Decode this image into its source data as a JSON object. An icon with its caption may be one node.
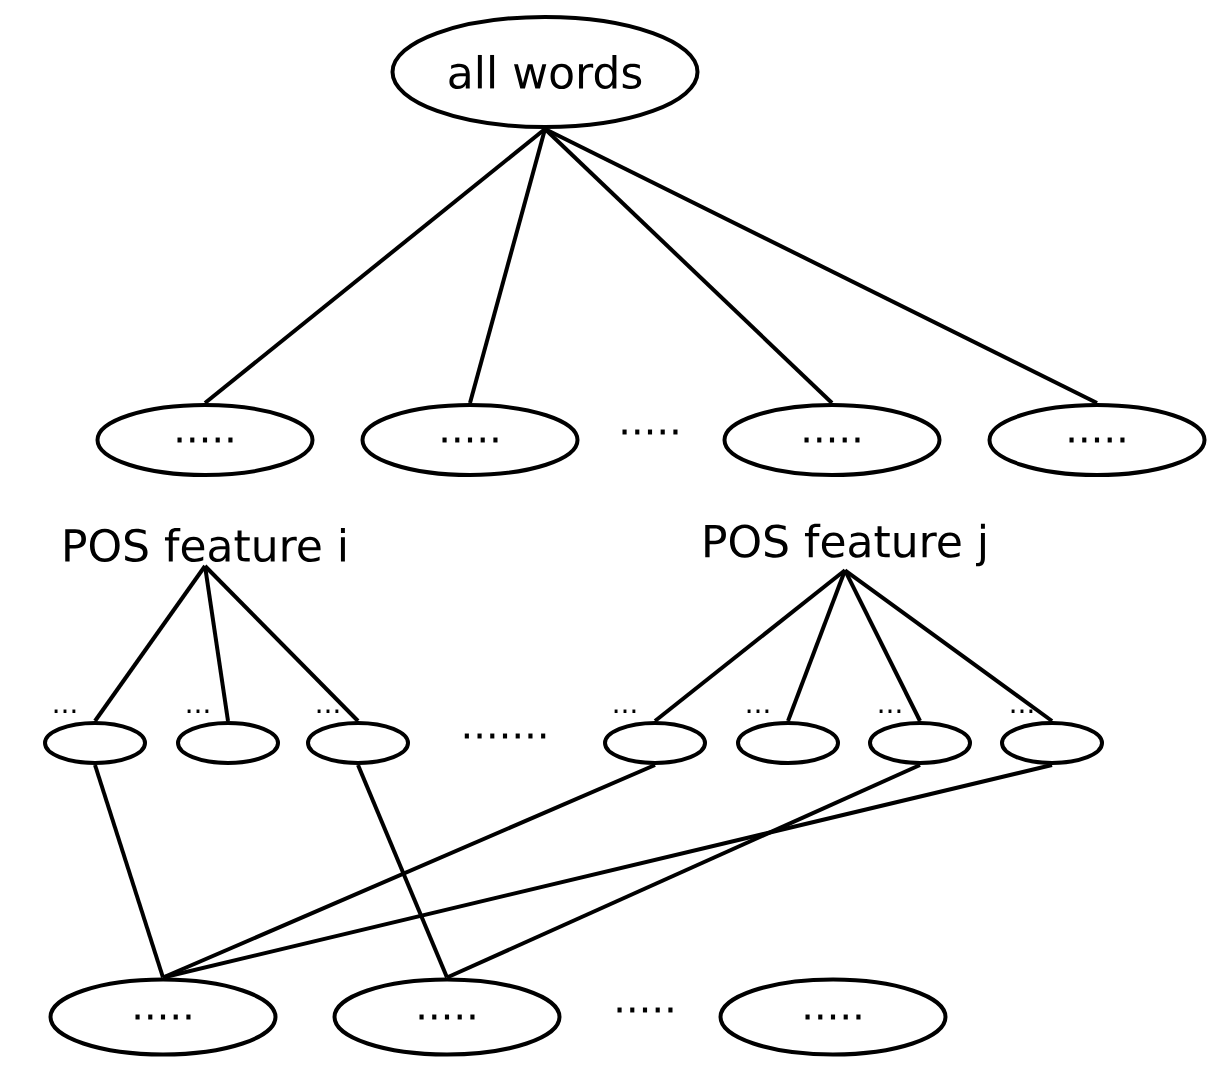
{
  "diagram": {
    "nodes": [
      {
        "text": [
          "all words"
        ]
      },
      {
        "text": [
          "....."
        ]
      },
      {
        "text": [
          "....."
        ]
      },
      {
        "text": [
          "....."
        ]
      },
      {
        "text": [
          "....."
        ]
      },
      {
        "text": [
          "POS feature i"
        ]
      },
      {
        "text": [
          "POS feature j"
        ]
      },
      {
        "text": [
          "..."
        ]
      },
      {
        "text": [
          "..."
        ]
      },
      {
        "text": [
          "..."
        ]
      },
      {
        "text": [
          "..."
        ]
      },
      {
        "text": [
          "..."
        ]
      },
      {
        "text": [
          "..."
        ]
      },
      {
        "text": [
          "..."
        ]
      },
      {
        "text": [
          "....."
        ]
      },
      {
        "text": [
          "....."
        ]
      },
      {
        "text": [
          "....."
        ]
      }
    ],
    "edges": [
      {
        "from": 0,
        "to": 1,
        "arrow": "none"
      },
      {
        "from": 0,
        "to": 2,
        "arrow": "none"
      },
      {
        "from": 0,
        "to": 3,
        "arrow": "none"
      },
      {
        "from": 0,
        "to": 4,
        "arrow": "none"
      },
      {
        "from": 5,
        "to": 7,
        "arrow": "none"
      },
      {
        "from": 5,
        "to": 8,
        "arrow": "none"
      },
      {
        "from": 5,
        "to": 9,
        "arrow": "none"
      },
      {
        "from": 6,
        "to": 10,
        "arrow": "none"
      },
      {
        "from": 6,
        "to": 11,
        "arrow": "none"
      },
      {
        "from": 6,
        "to": 12,
        "arrow": "none"
      },
      {
        "from": 6,
        "to": 13,
        "arrow": "none"
      },
      {
        "from": 7,
        "to": 14,
        "arrow": "none"
      },
      {
        "from": 10,
        "to": 14,
        "arrow": "none"
      },
      {
        "from": 13,
        "to": 14,
        "arrow": "none"
      },
      {
        "from": 9,
        "to": 15,
        "arrow": "none"
      },
      {
        "from": 12,
        "to": 15,
        "arrow": "none"
      }
    ],
    "labels": [
      ".....",
      ".......",
      "....."
    ]
  }
}
